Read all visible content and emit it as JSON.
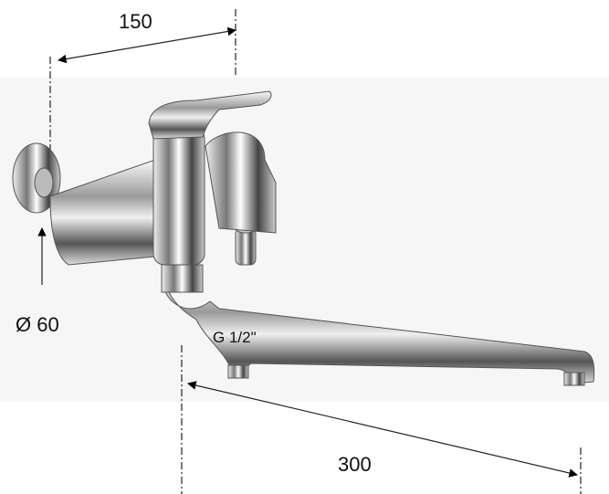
{
  "dimensions": {
    "spacing_label": "150",
    "flange_diameter_label": "Ø 60",
    "thread_label": "G 1/2\"",
    "spout_length_label": "300"
  }
}
